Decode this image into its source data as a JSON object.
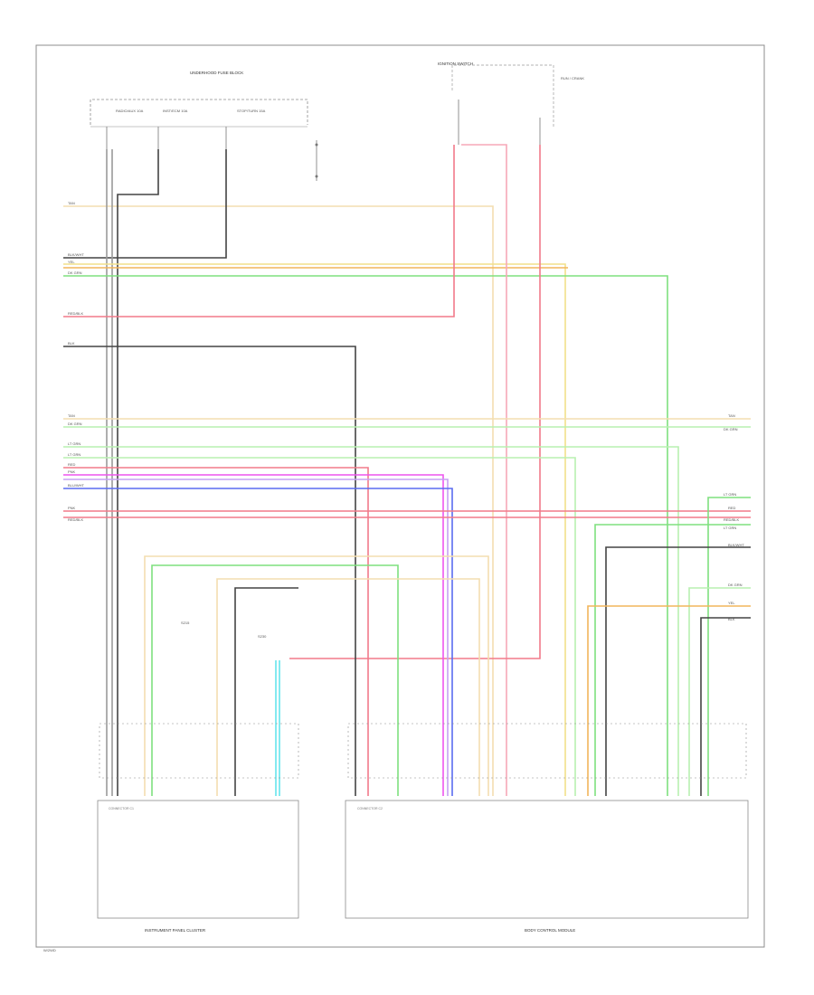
{
  "colors": {
    "tan": "#f3deb0",
    "yellow": "#f2e08a",
    "orange": "#f2b55c",
    "green": "#7ee07e",
    "light_green": "#b8f0b0",
    "red": "#f27a8a",
    "pink": "#f7a8b8",
    "magenta": "#ee55ee",
    "violet": "#c6a0f4",
    "blue": "#5a6cf0",
    "cyan": "#66e4ec",
    "black": "#444444",
    "gray": "#9a9a9a",
    "border": "#8c8c8c"
  },
  "labels": {
    "fuse_block": "UNDERHOOD FUSE BLOCK",
    "ignition_switch": "IGNITION SWITCH",
    "fuse_1": "RADIO/AUX 10A",
    "fuse_2": "INST/ECM 10A",
    "fuse_3": "STOP/TURN 15A",
    "ignition_pos": "RUN / CRANK",
    "splice_left": "S215",
    "splice_mid": "S230",
    "module_left": "INSTRUMENT PANEL CLUSTER",
    "module_right": "BODY CONTROL MODULE",
    "connector_left": "CONNECTOR C1",
    "connector_mid": "CONNECTOR C2",
    "footer": "W/2WD"
  },
  "wire_labels_left": [
    "TAN",
    "BLK/WHT",
    "YEL",
    "DK GRN",
    "RED/BLK",
    "BLK",
    "TAN",
    "DK GRN",
    "LT GRN",
    "LT GRN",
    "RED",
    "PNK",
    "BLU/WHT",
    "PNK",
    "RED/BLK"
  ],
  "wire_labels_right": [
    "TAN",
    "DK GRN",
    "LT GRN",
    "RED",
    "RED/BLK",
    "LT GRN",
    "BLK/WHT",
    "DK GRN",
    "YEL",
    "BLK"
  ]
}
